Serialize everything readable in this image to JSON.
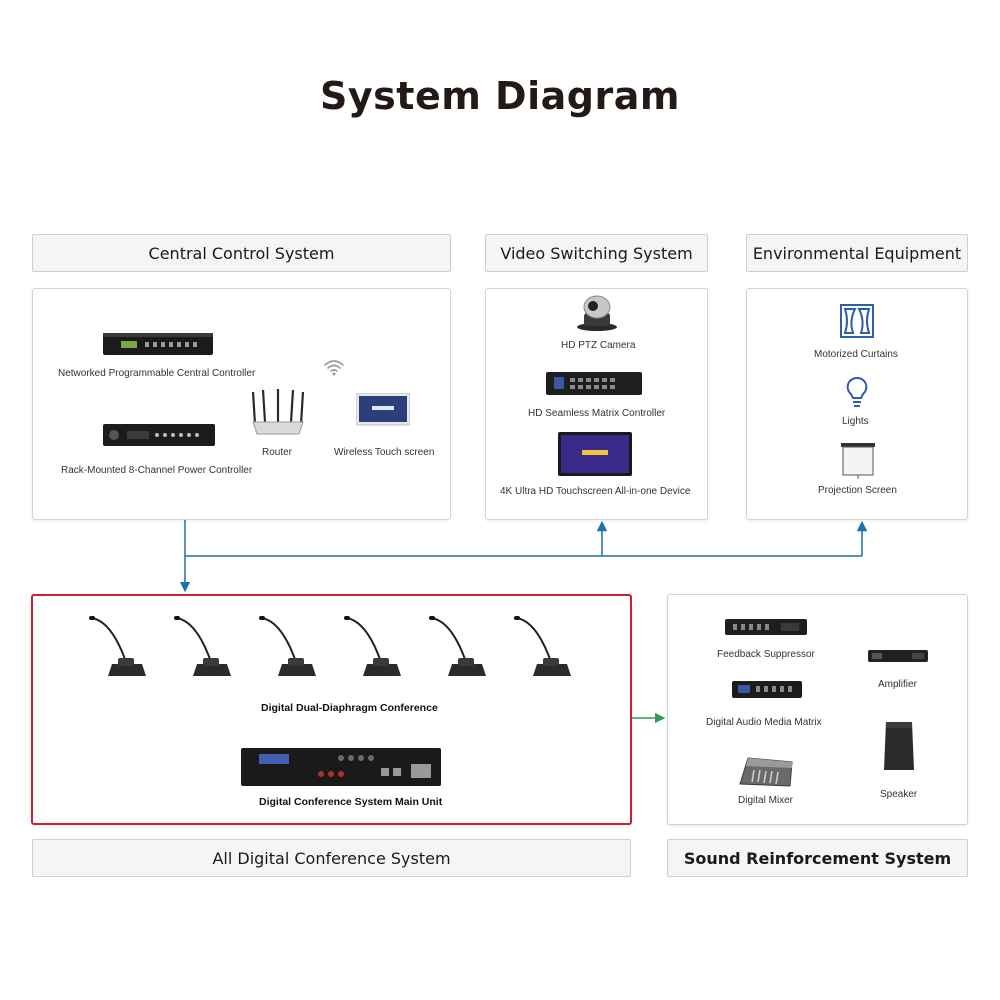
{
  "title": "System Diagram",
  "sections": {
    "central": {
      "header": "Central Control System",
      "devices": {
        "controller": "Networked Programmable Central Controller",
        "power": "Rack-Mounted 8-Channel Power Controller",
        "router": "Router",
        "touch": "Wireless Touch screen"
      }
    },
    "video": {
      "header": "Video Switching System",
      "devices": {
        "camera": "HD PTZ Camera",
        "matrix": "HD Seamless Matrix Controller",
        "allinone": "4K Ultra HD Touchscreen All-in-one Device"
      }
    },
    "env": {
      "header": "Environmental Equipment",
      "devices": {
        "curtains": "Motorized Curtains",
        "lights": "Lights",
        "screen": "Projection Screen"
      }
    },
    "conference": {
      "header": "All Digital Conference System",
      "devices": {
        "mics": "Digital Dual-Diaphragm Conference",
        "main": "Digital Conference System Main Unit"
      },
      "mic_count": 6
    },
    "sound": {
      "header": "Sound Reinforcement System",
      "devices": {
        "suppressor": "Feedback Suppressor",
        "matrix": "Digital Audio Media Matrix",
        "mixer": "Digital Mixer",
        "amplifier": "Amplifier",
        "speaker": "Speaker"
      }
    }
  },
  "colors": {
    "flow_blue": "#1f6fa8",
    "flow_green": "#2e9a57",
    "highlight_red": "#c8202c",
    "title": "#231a16"
  }
}
